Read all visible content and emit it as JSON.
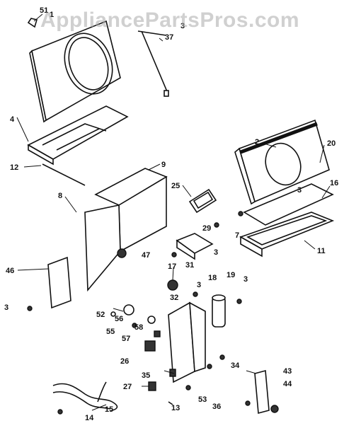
{
  "watermark": "AppliancePartsPros.com",
  "labels": {
    "l51": "51",
    "l1": "1",
    "l37": "37",
    "l4": "4",
    "l12": "12",
    "l9": "9",
    "l8": "8",
    "l25": "25",
    "l2": "2",
    "l20": "20",
    "l3a": "3",
    "l16": "16",
    "l7": "7",
    "l11": "11",
    "l29": "29",
    "l3b": "3",
    "l31": "31",
    "l47": "47",
    "l46": "46",
    "l17": "17",
    "l3c": "3",
    "l18": "18",
    "l19": "19",
    "l3d": "3",
    "l3e": "3",
    "l32": "32",
    "l52": "52",
    "l56": "56",
    "l55": "55",
    "l57": "57",
    "l58": "58",
    "l26": "26",
    "l34": "34",
    "l35": "35",
    "l43": "43",
    "l44": "44",
    "l27": "27",
    "l13": "13",
    "l53": "53",
    "l36": "36",
    "l15": "15",
    "l14": "14",
    "l3f": "3"
  }
}
